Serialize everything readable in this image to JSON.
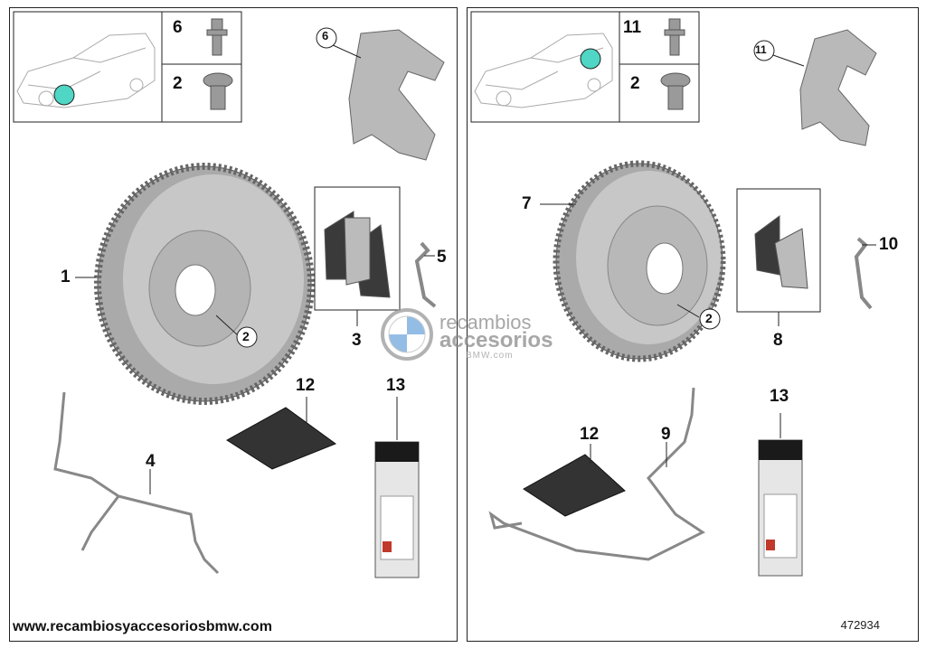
{
  "left": {
    "inset_top_num": "6",
    "inset_bottom_num": "2",
    "callouts": {
      "c6": "6",
      "c1": "1",
      "c2": "2",
      "c3": "3",
      "c5": "5",
      "c4": "4",
      "c12": "12",
      "c13": "13"
    }
  },
  "right": {
    "inset_top_num": "11",
    "inset_bottom_num": "2",
    "callouts": {
      "c11": "11",
      "c7": "7",
      "c2": "2",
      "c8": "8",
      "c10": "10",
      "c9": "9",
      "c12": "12",
      "c13": "13"
    }
  },
  "watermark": {
    "line1": "recambios",
    "line2": "accesorios",
    "line3": "BMW.com"
  },
  "footer": {
    "url": "www.recambiosyaccesoriosbmw.com",
    "diagram_code": "472934"
  },
  "colors": {
    "marker": "#4fd6c4",
    "part_grey": "#b9b9b9",
    "dark": "#3a3a3a"
  }
}
